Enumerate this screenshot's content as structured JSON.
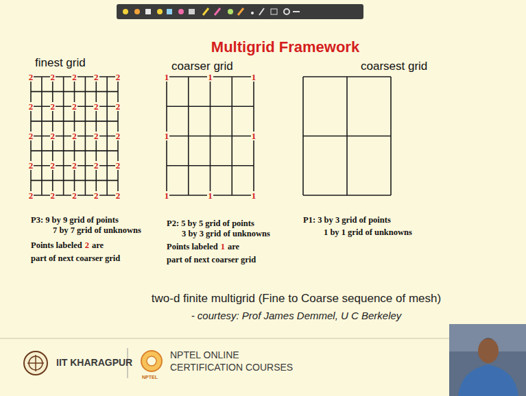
{
  "diagram": {
    "title": "Multigrid Framework",
    "caption": "two-d finite multigrid (Fine to Coarse sequence of mesh)",
    "nodes": [
      {
        "text": [
          "finest grid"
        ]
      },
      {
        "text": [
          "coarser grid"
        ]
      },
      {
        "text": [
          "coarsest grid"
        ]
      }
    ],
    "labels": [
      "2",
      "2",
      "2",
      "2",
      "2",
      "2",
      "2",
      "2",
      "2",
      "2",
      "2",
      "2",
      "2",
      "2",
      "2",
      "2",
      "2",
      "2",
      "2",
      "2",
      "2",
      "2",
      "2",
      "2",
      "2",
      "1",
      "1",
      "1",
      "1",
      "1",
      "1",
      "1",
      "1",
      "P3: 9 by 9 grid of points",
      "7 by 7 grid of unknowns",
      "Points labeled",
      "2",
      "are",
      "part of next coarser grid",
      "P2: 5 by 5 grid of points",
      "3 by 3 grid of unknowns",
      "Points labeled",
      "1",
      "are",
      "part of next coarser grid",
      "P1: 3 by 3 grid of points",
      "1 by 1 grid of unknowns",
      "- courtesy: Prof James Demmel, U C Berkeley",
      "IIT KHARAGPUR",
      "NPTEL ONLINE",
      "CERTIFICATION COURSES",
      "NPTEL"
    ]
  }
}
